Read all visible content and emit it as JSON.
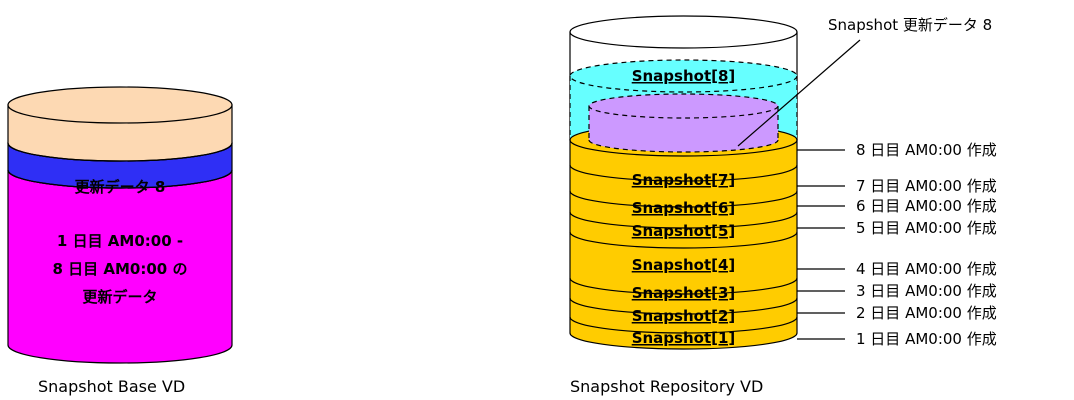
{
  "base_vd": {
    "caption": "Snapshot Base VD",
    "band_label": "更新データ 8",
    "body_lines": [
      "1 日目 AM0:00 -",
      "8 日目 AM0:00 の",
      "更新データ"
    ],
    "colors": {
      "top": "#fdd9b3",
      "band": "#2f2ff5",
      "body": "#ff00ff"
    }
  },
  "repo_vd": {
    "caption": "Snapshot Repository VD",
    "active_snapshot": "Snapshot[8]",
    "update_label": "Snapshot 更新データ 8",
    "snapshots": [
      "Snapshot[7]",
      "Snapshot[6]",
      "Snapshot[5]",
      "Snapshot[4]",
      "Snapshot[3]",
      "Snapshot[2]",
      "Snapshot[1]"
    ],
    "creation_labels": [
      "8 日目 AM0:00 作成",
      "7 日目 AM0:00 作成",
      "6 日目 AM0:00 作成",
      "5 日目 AM0:00 作成",
      "4 日目 AM0:00 作成",
      "3 日目 AM0:00 作成",
      "2 日目 AM0:00 作成",
      "1 日目 AM0:00 作成"
    ],
    "colors": {
      "snapshot": "#ffcc00",
      "active": "#66ffff",
      "update": "#cc99ff"
    }
  }
}
